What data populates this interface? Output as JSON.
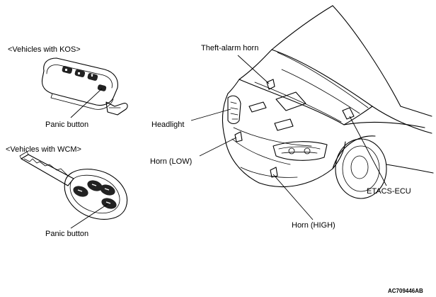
{
  "labels": {
    "kos_heading": "<Vehicles with KOS>",
    "kos_panic": "Panic button",
    "wcm_heading": "<Vehicles with WCM>",
    "wcm_panic": "Panic button",
    "theft_alarm_horn": "Theft-alarm horn",
    "headlight": "Headlight",
    "horn_low": "Horn (LOW)",
    "horn_high": "Horn (HIGH)",
    "etacs_ecu": "ETACS-ECU",
    "figure_code": "AC709446AB"
  }
}
